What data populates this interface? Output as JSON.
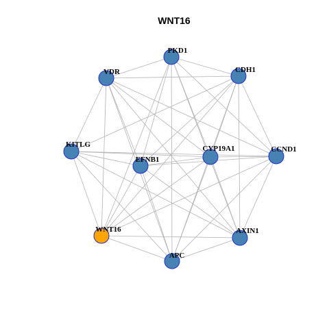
{
  "title": "WNT16",
  "colors": {
    "node_default": "#4682b4",
    "node_highlight": "#ffa500",
    "node_border": "#1f2ecf",
    "edge": "#b3b3b3"
  },
  "nodes": [
    {
      "id": "PKD1",
      "label": "PKD1",
      "highlight": false
    },
    {
      "id": "CDH1",
      "label": "CDH1",
      "highlight": false
    },
    {
      "id": "VDR",
      "label": "VDR",
      "highlight": false
    },
    {
      "id": "KITLG",
      "label": "KITLG",
      "highlight": false
    },
    {
      "id": "EFNB1",
      "label": "EFNB1",
      "highlight": false
    },
    {
      "id": "CYP19A1",
      "label": "CYP19A1",
      "highlight": false
    },
    {
      "id": "CCND1",
      "label": "CCND1",
      "highlight": false
    },
    {
      "id": "WNT16",
      "label": "WNT16",
      "highlight": true
    },
    {
      "id": "AXIN1",
      "label": "AXIN1",
      "highlight": false
    },
    {
      "id": "APC",
      "label": "APC",
      "highlight": false
    }
  ],
  "edges": [
    [
      "PKD1",
      "CDH1"
    ],
    [
      "PKD1",
      "VDR"
    ],
    [
      "PKD1",
      "EFNB1"
    ],
    [
      "PKD1",
      "CYP19A1"
    ],
    [
      "PKD1",
      "CCND1"
    ],
    [
      "PKD1",
      "WNT16"
    ],
    [
      "PKD1",
      "AXIN1"
    ],
    [
      "PKD1",
      "APC"
    ],
    [
      "CDH1",
      "VDR"
    ],
    [
      "CDH1",
      "KITLG"
    ],
    [
      "CDH1",
      "EFNB1"
    ],
    [
      "CDH1",
      "CYP19A1"
    ],
    [
      "CDH1",
      "CCND1"
    ],
    [
      "CDH1",
      "WNT16"
    ],
    [
      "CDH1",
      "AXIN1"
    ],
    [
      "CDH1",
      "APC"
    ],
    [
      "VDR",
      "KITLG"
    ],
    [
      "VDR",
      "EFNB1"
    ],
    [
      "VDR",
      "CYP19A1"
    ],
    [
      "VDR",
      "CCND1"
    ],
    [
      "VDR",
      "WNT16"
    ],
    [
      "VDR",
      "AXIN1"
    ],
    [
      "VDR",
      "APC"
    ],
    [
      "KITLG",
      "EFNB1"
    ],
    [
      "KITLG",
      "CYP19A1"
    ],
    [
      "KITLG",
      "CCND1"
    ],
    [
      "KITLG",
      "WNT16"
    ],
    [
      "KITLG",
      "AXIN1"
    ],
    [
      "KITLG",
      "APC"
    ],
    [
      "EFNB1",
      "CYP19A1"
    ],
    [
      "EFNB1",
      "CCND1"
    ],
    [
      "EFNB1",
      "WNT16"
    ],
    [
      "EFNB1",
      "AXIN1"
    ],
    [
      "EFNB1",
      "APC"
    ],
    [
      "CYP19A1",
      "CCND1"
    ],
    [
      "CYP19A1",
      "WNT16"
    ],
    [
      "CYP19A1",
      "AXIN1"
    ],
    [
      "CYP19A1",
      "APC"
    ],
    [
      "CCND1",
      "WNT16"
    ],
    [
      "CCND1",
      "AXIN1"
    ],
    [
      "CCND1",
      "APC"
    ],
    [
      "WNT16",
      "AXIN1"
    ],
    [
      "WNT16",
      "APC"
    ],
    [
      "AXIN1",
      "APC"
    ]
  ]
}
